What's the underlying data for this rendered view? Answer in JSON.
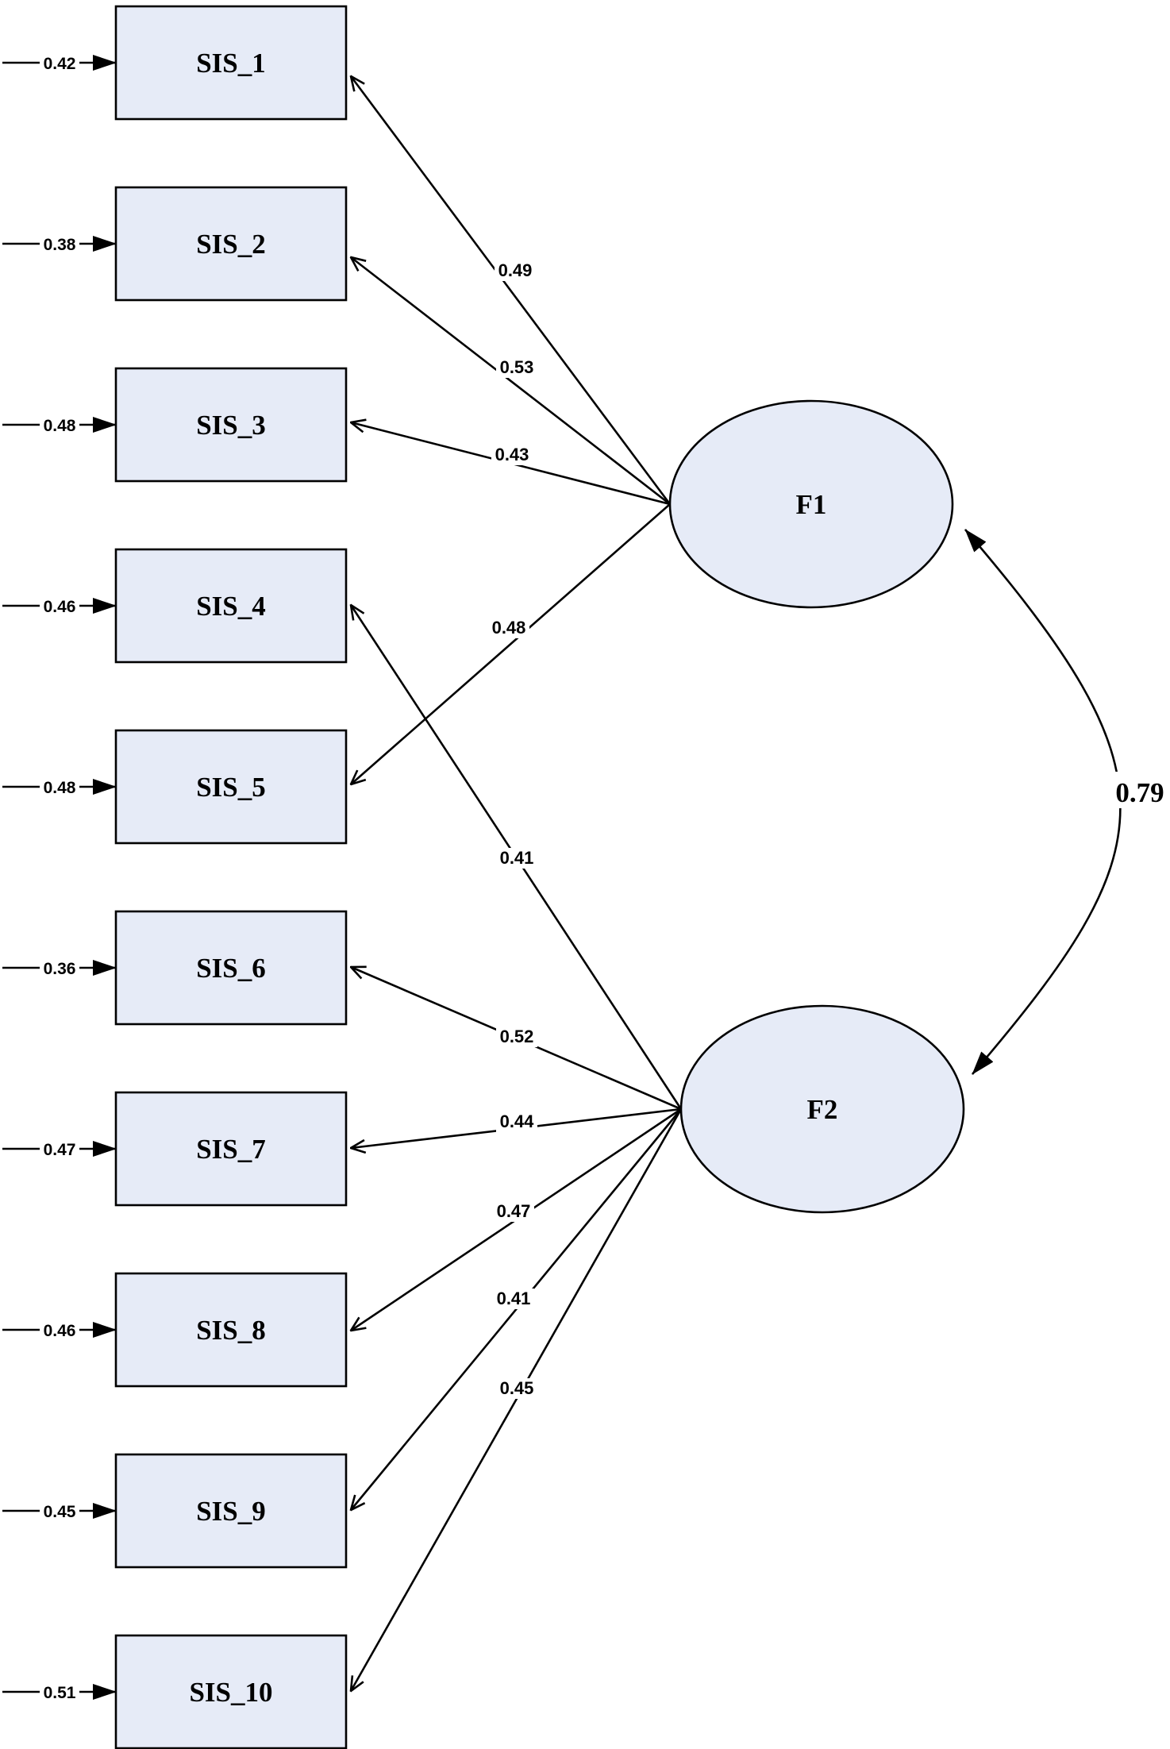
{
  "indicators": [
    {
      "label": "SIS_1",
      "error": "0.42"
    },
    {
      "label": "SIS_2",
      "error": "0.38"
    },
    {
      "label": "SIS_3",
      "error": "0.48"
    },
    {
      "label": "SIS_4",
      "error": "0.46"
    },
    {
      "label": "SIS_5",
      "error": "0.48"
    },
    {
      "label": "SIS_6",
      "error": "0.36"
    },
    {
      "label": "SIS_7",
      "error": "0.47"
    },
    {
      "label": "SIS_8",
      "error": "0.46"
    },
    {
      "label": "SIS_9",
      "error": "0.45"
    },
    {
      "label": "SIS_10",
      "error": "0.51"
    }
  ],
  "factors": [
    {
      "label": "F1"
    },
    {
      "label": "F2"
    }
  ],
  "loadings": [
    {
      "factor": "F1",
      "indicator": "SIS_1",
      "value": "0.49"
    },
    {
      "factor": "F1",
      "indicator": "SIS_2",
      "value": "0.53"
    },
    {
      "factor": "F1",
      "indicator": "SIS_3",
      "value": "0.43"
    },
    {
      "factor": "F1",
      "indicator": "SIS_5",
      "value": "0.48"
    },
    {
      "factor": "F2",
      "indicator": "SIS_4",
      "value": "0.41"
    },
    {
      "factor": "F2",
      "indicator": "SIS_6",
      "value": "0.52"
    },
    {
      "factor": "F2",
      "indicator": "SIS_7",
      "value": "0.44"
    },
    {
      "factor": "F2",
      "indicator": "SIS_8",
      "value": "0.47"
    },
    {
      "factor": "F2",
      "indicator": "SIS_9",
      "value": "0.41"
    },
    {
      "factor": "F2",
      "indicator": "SIS_10",
      "value": "0.45"
    }
  ],
  "correlation": {
    "from": "F1",
    "to": "F2",
    "value": "0.79"
  }
}
